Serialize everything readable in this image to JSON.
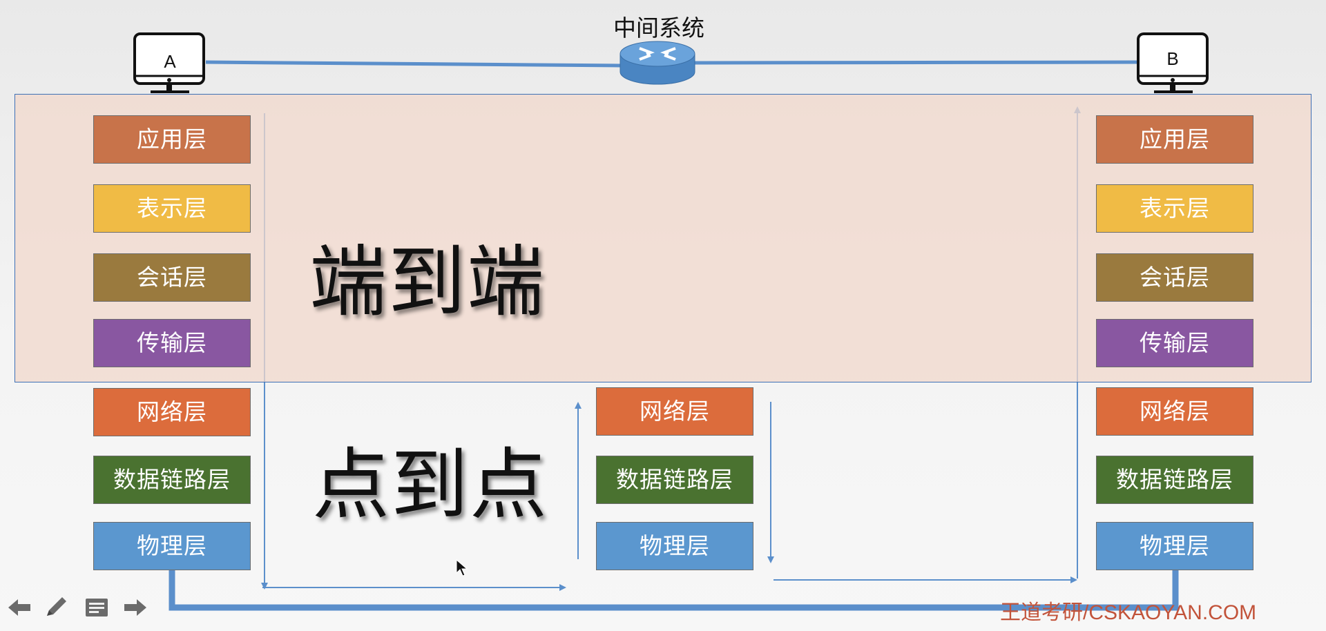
{
  "hosts": {
    "a": "A",
    "b": "B"
  },
  "router": {
    "title": "中间系统"
  },
  "labels": {
    "end_to_end": "端到端",
    "point_to_point": "点到点"
  },
  "stacks": {
    "left": [
      "应用层",
      "表示层",
      "会话层",
      "传输层",
      "网络层",
      "数据链路层",
      "物理层"
    ],
    "middle": [
      "网络层",
      "数据链路层",
      "物理层"
    ],
    "right": [
      "应用层",
      "表示层",
      "会话层",
      "传输层",
      "网络层",
      "数据链路层",
      "物理层"
    ]
  },
  "colors": {
    "application": "#c8734a",
    "presentation": "#f0bb45",
    "session": "#9a7a3e",
    "transport": "#8957a1",
    "network": "#dc6c3c",
    "datalink": "#4a7230",
    "physical": "#5b97cf",
    "link_line": "#5b8fcb",
    "arrow": "#5b8fcb"
  },
  "watermark": "王道考研/CSKAOYAN.COM",
  "nav_icons": [
    "back-arrow-icon",
    "pen-icon",
    "notes-icon",
    "forward-arrow-icon"
  ]
}
